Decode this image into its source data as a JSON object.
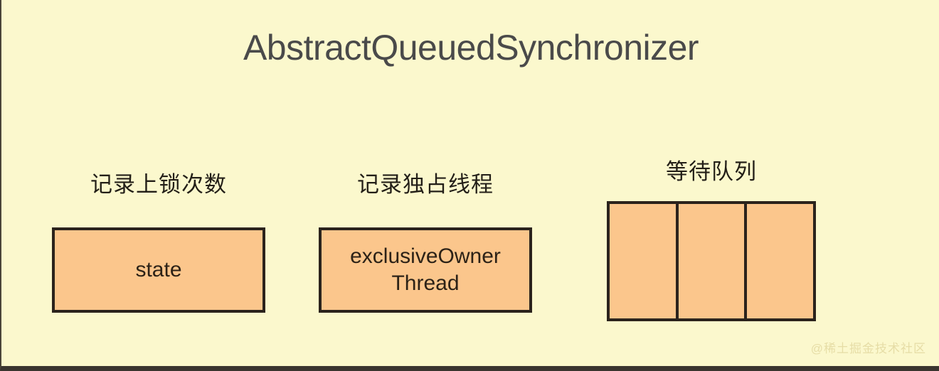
{
  "diagram": {
    "title": "AbstractQueuedSynchronizer",
    "background_color": "#fbf8cd",
    "box_fill_color": "#fbc68c",
    "box_border_color": "#2b231c",
    "title_color": "#4a4a4a",
    "fields": [
      {
        "caption": "记录上锁次数",
        "label": "state",
        "label_lines": [
          "state"
        ]
      },
      {
        "caption": "记录独占线程",
        "label": "exclusiveOwnerThread",
        "label_lines": [
          "exclusiveOwner",
          "Thread"
        ]
      }
    ],
    "queue": {
      "caption": "等待队列",
      "cell_count": 3,
      "cells": [
        "",
        "",
        ""
      ]
    },
    "watermark": "@稀土掘金技术社区"
  }
}
